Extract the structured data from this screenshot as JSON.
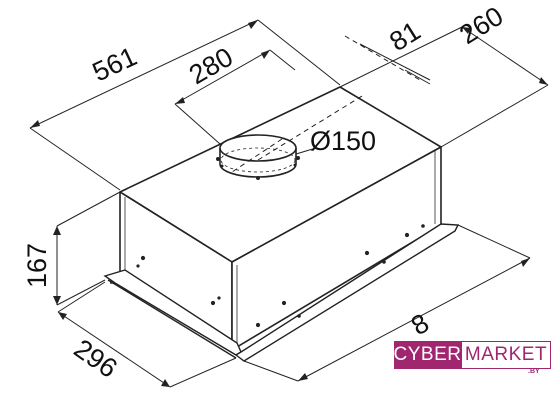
{
  "drawing": {
    "width_label": "561",
    "depth_label": "260",
    "outlet_offset_label": "280",
    "outlet_depth_offset_label": "81",
    "outlet_diameter_label": "Ø150",
    "height_label": "167",
    "base_depth_label": "296",
    "base_width_label_partial": "8"
  },
  "watermark": {
    "brand_left": "CYBER",
    "brand_right": "MARKET",
    "domain": ".BY",
    "accent_color": "#a0266f"
  }
}
